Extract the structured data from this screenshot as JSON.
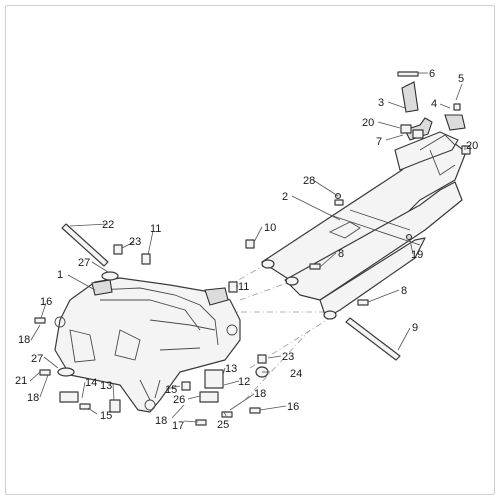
{
  "callouts": [
    {
      "n": "1"
    },
    {
      "n": "2"
    },
    {
      "n": "3"
    },
    {
      "n": "4"
    },
    {
      "n": "5"
    },
    {
      "n": "6"
    },
    {
      "n": "7"
    },
    {
      "n": "8"
    },
    {
      "n": "8"
    },
    {
      "n": "9"
    },
    {
      "n": "10"
    },
    {
      "n": "11"
    },
    {
      "n": "11"
    },
    {
      "n": "12"
    },
    {
      "n": "13"
    },
    {
      "n": "13"
    },
    {
      "n": "14"
    },
    {
      "n": "15"
    },
    {
      "n": "15"
    },
    {
      "n": "16"
    },
    {
      "n": "16"
    },
    {
      "n": "17"
    },
    {
      "n": "18"
    },
    {
      "n": "18"
    },
    {
      "n": "18"
    },
    {
      "n": "18"
    },
    {
      "n": "19"
    },
    {
      "n": "20"
    },
    {
      "n": "20"
    },
    {
      "n": "21"
    },
    {
      "n": "22"
    },
    {
      "n": "23"
    },
    {
      "n": "23"
    },
    {
      "n": "24"
    },
    {
      "n": "25"
    },
    {
      "n": "26"
    },
    {
      "n": "27"
    },
    {
      "n": "27"
    },
    {
      "n": "28"
    }
  ],
  "colors": {
    "line": "#3a3a3a",
    "fill": "#f4f4f4",
    "background": "#ffffff"
  }
}
